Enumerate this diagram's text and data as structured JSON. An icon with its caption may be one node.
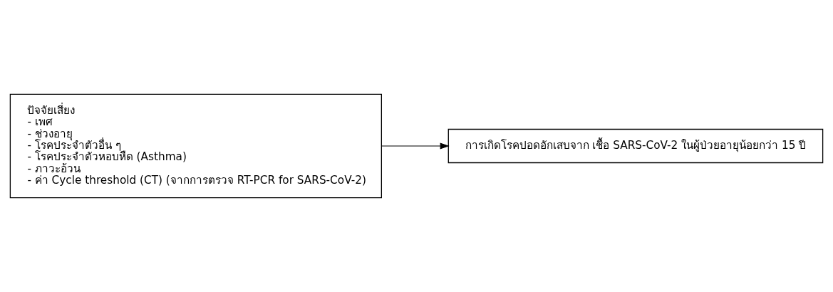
{
  "diagram": {
    "nodes": [
      {
        "text": [
          "ปัจจัยเสี่ยง",
          "- เพศ",
          "- ช่วงอายุ",
          "- โรคประจำตัวอื่น ๆ",
          "- โรคประจำตัวหอบหืด (Asthma)",
          "- ภาวะอ้วน",
          "- ค่า Cycle threshold (CT) (จากการตรวจ RT-PCR for SARS-CoV-2)"
        ]
      },
      {
        "text": [
          "การเกิดโรคปอดอักเสบจาก เชื้อ SARS-CoV-2 ในผู้ป่วยอายุน้อยกว่า 15 ปี"
        ]
      }
    ],
    "edges": [
      {
        "from": 0,
        "to": 1,
        "arrow": "to"
      }
    ]
  }
}
